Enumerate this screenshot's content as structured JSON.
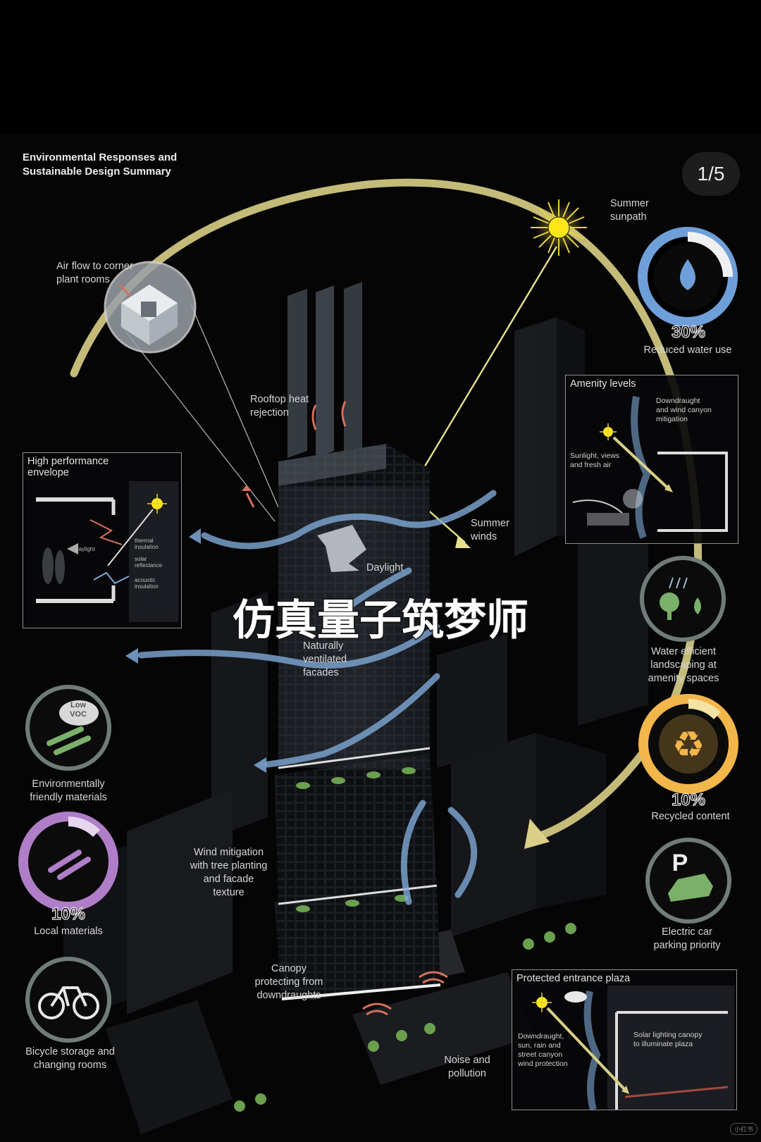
{
  "title_line1": "Environmental Responses and",
  "title_line2": "Sustainable Design Summary",
  "pager": "1/5",
  "labels": {
    "summer_sunpath": [
      "Summer",
      "sunpath"
    ],
    "air_flow": [
      "Air flow to corner",
      "plant rooms"
    ],
    "rooftop_heat": [
      "Rooftop heat",
      "rejection"
    ],
    "summer_winds": [
      "Summer",
      "winds"
    ],
    "daylight": "Daylight",
    "naturally": [
      "Naturally",
      "ventilated",
      "facades"
    ],
    "wind_mitigation": [
      "Wind mitigation",
      "with tree planting",
      "and facade",
      "texture"
    ],
    "canopy": [
      "Canopy",
      "protecting from",
      "downdraughts"
    ],
    "noise": [
      "Noise and",
      "pollution"
    ]
  },
  "features": {
    "water": {
      "pct": "30%",
      "label": "Reduced water use",
      "color": "#6f9fd8"
    },
    "landscaping": {
      "label": [
        "Water efficient",
        "landscaping at",
        "amenity spaces"
      ],
      "color": "#7bb06a"
    },
    "recycled": {
      "pct": "10%",
      "label": "Recycled content",
      "color": "#f2b64a"
    },
    "electric": {
      "label": [
        "Electric car",
        "parking priority"
      ],
      "color": "#7bb06a"
    },
    "env_materials": {
      "label": [
        "Environmentally",
        "friendly materials"
      ],
      "icon_text": [
        "Low",
        "VOC"
      ],
      "color": "#7bb06a"
    },
    "local": {
      "pct": "10%",
      "label": "Local materials",
      "color": "#b07ec8"
    },
    "bicycle": {
      "label": [
        "Bicycle storage and",
        "changing rooms"
      ],
      "color": "#7bb06a"
    }
  },
  "panels": {
    "envelope": {
      "title": [
        "High performance",
        "envelope"
      ],
      "daylight": "daylight",
      "notes": [
        "thermal",
        "insulation",
        "solar",
        "reflectance",
        "acoustic",
        "insulation"
      ]
    },
    "amenity": {
      "title": "Amenity levels",
      "note1": [
        "Downdraught",
        "and wind canyon",
        "mitigation"
      ],
      "note2": [
        "Sunlight, views",
        "and fresh air"
      ]
    },
    "entrance": {
      "title": "Protected entrance plaza",
      "note1": [
        "Downdraught,",
        "sun, rain and",
        "street canyon",
        "wind protection"
      ],
      "note2": [
        "Solar lighting canopy",
        "to illuminate plaza"
      ]
    }
  },
  "watermark": "仿真量子筑梦师",
  "bottom_tag": "小红书"
}
